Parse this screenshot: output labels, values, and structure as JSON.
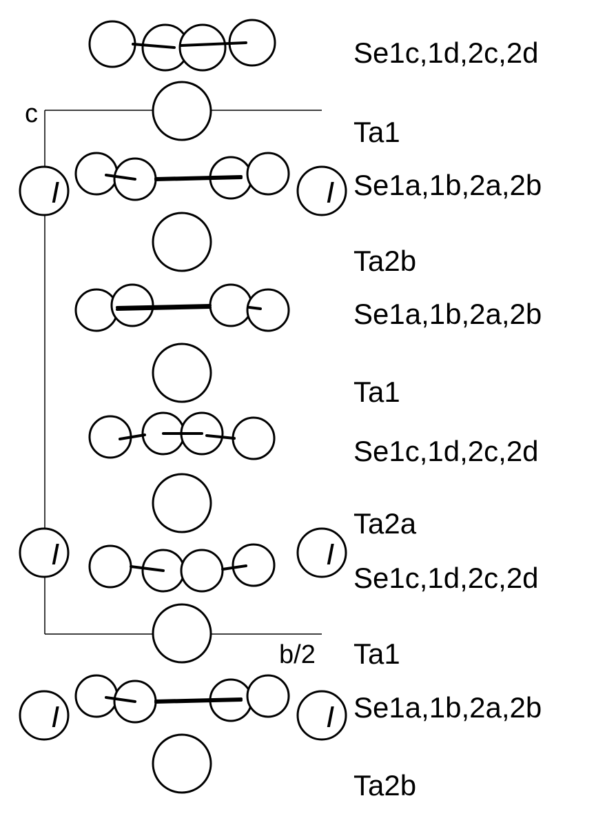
{
  "axes": {
    "vertical": "c",
    "horizontal": "b/2"
  },
  "layers": [
    {
      "label": "Se1c,1d,2c,2d"
    },
    {
      "label": "Ta1"
    },
    {
      "label": "Se1a,1b,2a,2b"
    },
    {
      "label": "Ta2b"
    },
    {
      "label": "Se1a,1b,2a,2b"
    },
    {
      "label": "Ta1"
    },
    {
      "label": "Se1c,1d,2c,2d"
    },
    {
      "label": "Ta2a"
    },
    {
      "label": "Se1c,1d,2c,2d"
    },
    {
      "label": "Ta1"
    },
    {
      "label": "Se1a,1b,2a,2b"
    },
    {
      "label": "Ta2b"
    }
  ],
  "iodine_symbol": "I"
}
